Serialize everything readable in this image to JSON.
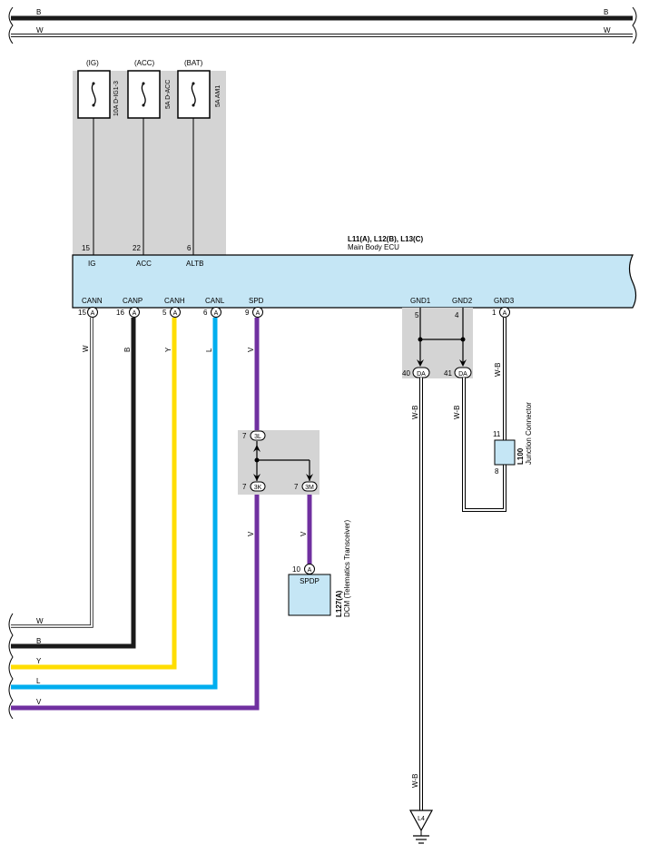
{
  "colors": {
    "black": "#1a1a1a",
    "white_wire": "#ffffff",
    "yellow": "#ffdd00",
    "blue": "#00aeef",
    "violet": "#7030a0",
    "ecu_fill": "#c5e6f5",
    "shade": "#d4d4d4"
  },
  "top_bus": {
    "b_left": "B",
    "b_right": "B",
    "w_left": "W",
    "w_right": "W"
  },
  "fuses": [
    {
      "source": "(IG)",
      "name": "10A D-IG1-3",
      "pin": "15",
      "term": "IG"
    },
    {
      "source": "(ACC)",
      "name": "5A D-ACC",
      "pin": "22",
      "term": "ACC"
    },
    {
      "source": "(BAT)",
      "name": "5A AM1",
      "pin": "6",
      "term": "ALTB"
    }
  ],
  "ecu": {
    "connectors": "L11(A), L12(B), L13(C)",
    "name": "Main Body ECU",
    "bottom_terms": [
      {
        "term": "CANN",
        "pin": "15",
        "conn": "A",
        "wire": "W"
      },
      {
        "term": "CANP",
        "pin": "16",
        "conn": "A",
        "wire": "B"
      },
      {
        "term": "CANH",
        "pin": "5",
        "conn": "A",
        "wire": "Y"
      },
      {
        "term": "CANL",
        "pin": "6",
        "conn": "A",
        "wire": "L"
      },
      {
        "term": "SPD",
        "pin": "9",
        "conn": "A",
        "wire": "V"
      }
    ],
    "gnd_terms": [
      {
        "term": "GND1",
        "pin": "5"
      },
      {
        "term": "GND2",
        "pin": "4"
      },
      {
        "term": "GND3",
        "pin": "1",
        "conn": "A"
      }
    ]
  },
  "spd_junction": {
    "top": {
      "pin": "7",
      "conn": "3L"
    },
    "bl": {
      "pin": "7",
      "conn": "3K"
    },
    "br": {
      "pin": "7",
      "conn": "3M"
    },
    "wire_out_left": "V",
    "wire_out_right": "V"
  },
  "dcm": {
    "pin": "10",
    "conn": "A",
    "term": "SPDP",
    "id": "L127(A)",
    "name": "DCM (Telematics Transceiver)"
  },
  "gnd_junction": {
    "left": {
      "pin": "40",
      "conn": "DA",
      "wire": "W-B"
    },
    "right": {
      "pin": "41",
      "conn": "DA",
      "wire": "W-B"
    }
  },
  "junction_connector": {
    "id": "L100",
    "name": "Junction Connector",
    "pin_top": "11",
    "pin_bottom": "8",
    "wire": "W-B"
  },
  "ground_point": {
    "name": "L4",
    "wire": "W-B"
  },
  "bottom_bus": [
    "W",
    "B",
    "Y",
    "L",
    "V"
  ]
}
